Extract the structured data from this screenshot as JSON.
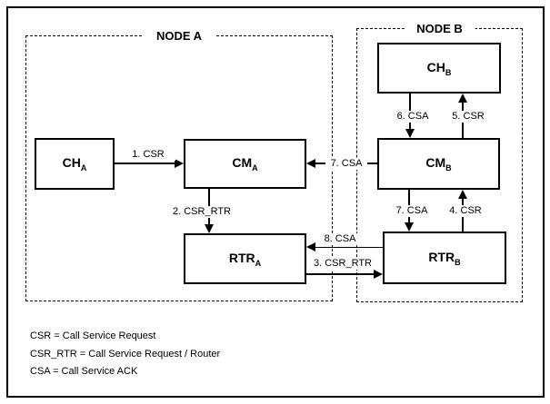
{
  "diagram": {
    "node_a_label": "NODE A",
    "node_b_label": "NODE B",
    "boxes": {
      "ch_a": {
        "name": "CH",
        "sub": "A"
      },
      "cm_a": {
        "name": "CM",
        "sub": "A"
      },
      "rtr_a": {
        "name": "RTR",
        "sub": "A"
      },
      "ch_b": {
        "name": "CH",
        "sub": "B"
      },
      "cm_b": {
        "name": "CM",
        "sub": "B"
      },
      "rtr_b": {
        "name": "RTR",
        "sub": "B"
      }
    },
    "arrows": {
      "csr_1": "1. CSR",
      "csr_rtr_2": "2. CSR_RTR",
      "csr_rtr_3": "3. CSR_RTR",
      "csr_4": "4. CSR",
      "csr_5": "5. CSR",
      "csa_6": "6. CSA",
      "csa_7_vertical": "7. CSA",
      "csa_7_horizontal": "7. CSA",
      "csa_8": "8. CSA"
    },
    "legend": [
      "CSR = Call Service Request",
      "CSR_RTR = Call Service Request / Router",
      "CSA = Call Service ACK"
    ],
    "colors": {
      "ink": "#000000",
      "background": "#ffffff"
    }
  }
}
